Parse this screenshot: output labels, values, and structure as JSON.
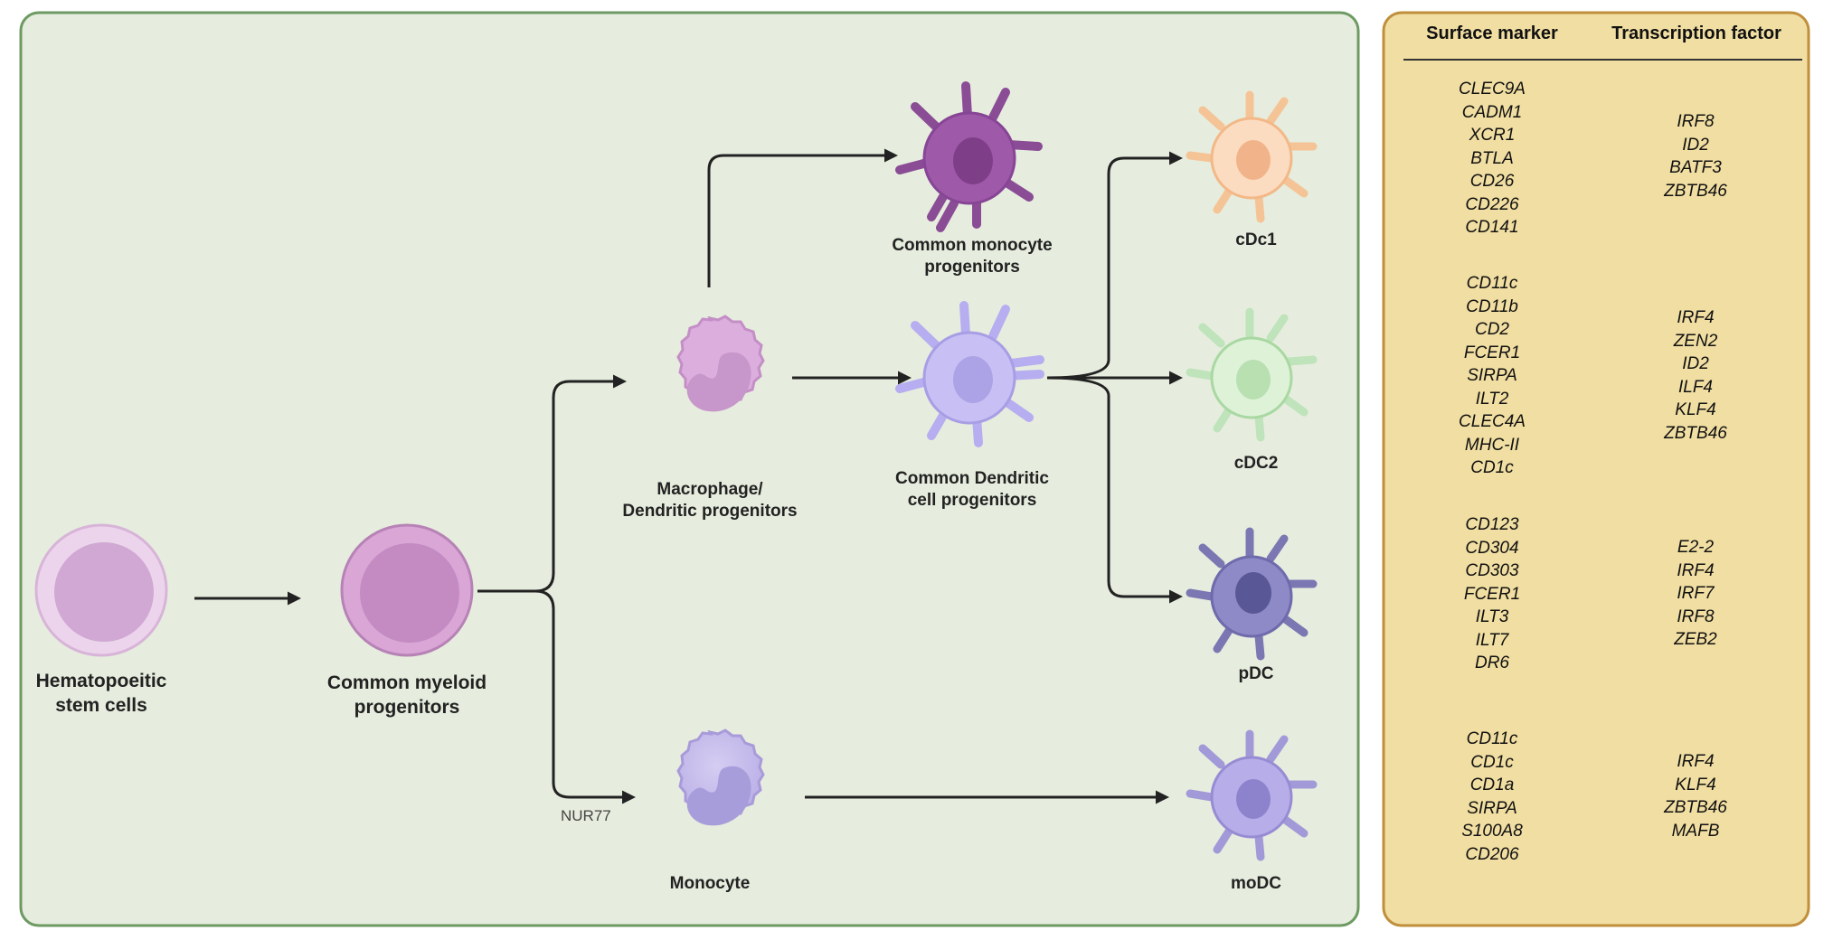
{
  "colors": {
    "left_panel_bg": "#e6edde",
    "left_panel_border": "#6d9a62",
    "right_panel_bg": "#f1dea2",
    "right_panel_border": "#c08f3c",
    "arrow": "#222222"
  },
  "stages": {
    "hsc": "Hematopoeitic\nstem cells",
    "cmp": "Common myeloid\nprogenitors",
    "mdp": "Macrophage/\nDendritic progenitors",
    "monocyte": "Monocyte",
    "cmop": "Common monocyte\nprogenitors",
    "cdp": "Common Dendritic\ncell progenitors",
    "cdc1": "cDc1",
    "cdc2": "cDC2",
    "pdc": "pDC",
    "modc": "moDC"
  },
  "arrow_label": "NUR77",
  "table": {
    "header_surface": "Surface marker",
    "header_tf": "Transcription factor",
    "groups": [
      {
        "surface": [
          "CLEC9A",
          "CADM1",
          "XCR1",
          "BTLA",
          "CD26",
          "CD226",
          "CD141"
        ],
        "tf": [
          "IRF8",
          "ID2",
          "BATF3",
          "ZBTB46"
        ]
      },
      {
        "surface": [
          "CD11c",
          "CD11b",
          "CD2",
          "FCER1",
          "SIRPA",
          "ILT2",
          "CLEC4A",
          "MHC-II",
          "CD1c"
        ],
        "tf": [
          "IRF4",
          "ZEN2",
          "ID2",
          "ILF4",
          "KLF4",
          "ZBTB46"
        ]
      },
      {
        "surface": [
          "CD123",
          "CD304",
          "CD303",
          "FCER1",
          "ILT3",
          "ILT7",
          "DR6"
        ],
        "tf": [
          "E2-2",
          "IRF4",
          "IRF7",
          "IRF8",
          "ZEB2"
        ]
      },
      {
        "surface": [
          "CD11c",
          "CD1c",
          "CD1a",
          "SIRPA",
          "S100A8",
          "CD206"
        ],
        "tf": [
          "IRF4",
          "KLF4",
          "ZBTB46",
          "MAFB"
        ]
      }
    ]
  }
}
